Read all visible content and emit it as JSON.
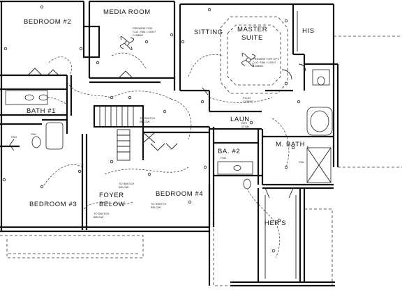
{
  "rooms": {
    "bedroom2": "BEDROOM #2",
    "media_room": "MEDIA ROOM",
    "sitting": "SITTING",
    "master_suite_1": "MASTER",
    "master_suite_2": "SUITE",
    "his": "HIS",
    "bath1": "BATH #1",
    "laun": "LAUN",
    "ba2": "BA. #2",
    "m_bath": "M. BATH",
    "foyer_1": "FOYER",
    "foyer_2": "BELOW",
    "bedroom4": "BEDROOM #4",
    "bedroom3": "BEDROOM #3",
    "hers": "HER'S"
  },
  "notes": {
    "media_fan_1": "PREWIRE FOR",
    "media_fan_2": "CLG. FAN / LIGHT",
    "media_fan_3": "COMBO",
    "master_fan_1": "PREWIRE FOR OPT.",
    "master_fan_2": "CLG. FAN / LIGHT",
    "master_fan_3": "COMBO",
    "stair_switch_1": "TO SWITCH",
    "stair_switch_2": "BELOW",
    "foyer_switch_1": "TO SWITCH",
    "foyer_switch_2": "BELOW",
    "b4_switch_1": "TO SWITCH",
    "b4_switch_2": "BELOW",
    "b3_switch_1": "TO SWITCH",
    "b3_switch_2": "BELOW",
    "plug_1": "PLUG",
    "plug_2": "COMBO",
    "fan_bath1": "FAN",
    "fan_ba2": "FAN",
    "fan_mbath": "FAN",
    "fan_bed2": "FAN",
    "laun_1": "DRY",
    "laun_2": "STUB"
  }
}
